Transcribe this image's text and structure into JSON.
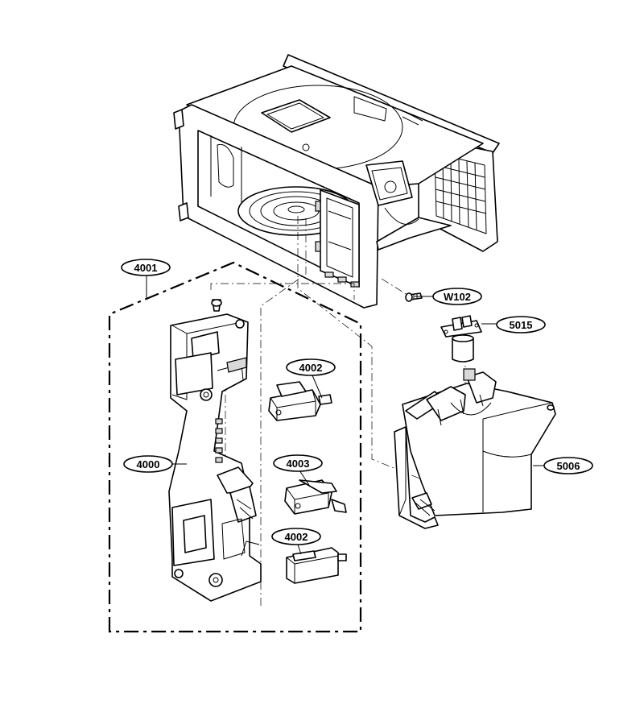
{
  "callouts": [
    {
      "id": "label-4001",
      "text": "4001"
    },
    {
      "id": "label-w102",
      "text": "W102"
    },
    {
      "id": "label-5015",
      "text": "5015"
    },
    {
      "id": "label-4002-top",
      "text": "4002"
    },
    {
      "id": "label-4000",
      "text": "4000"
    },
    {
      "id": "label-4003",
      "text": "4003"
    },
    {
      "id": "label-5006",
      "text": "5006"
    },
    {
      "id": "label-4002-bottom",
      "text": "4002"
    }
  ]
}
